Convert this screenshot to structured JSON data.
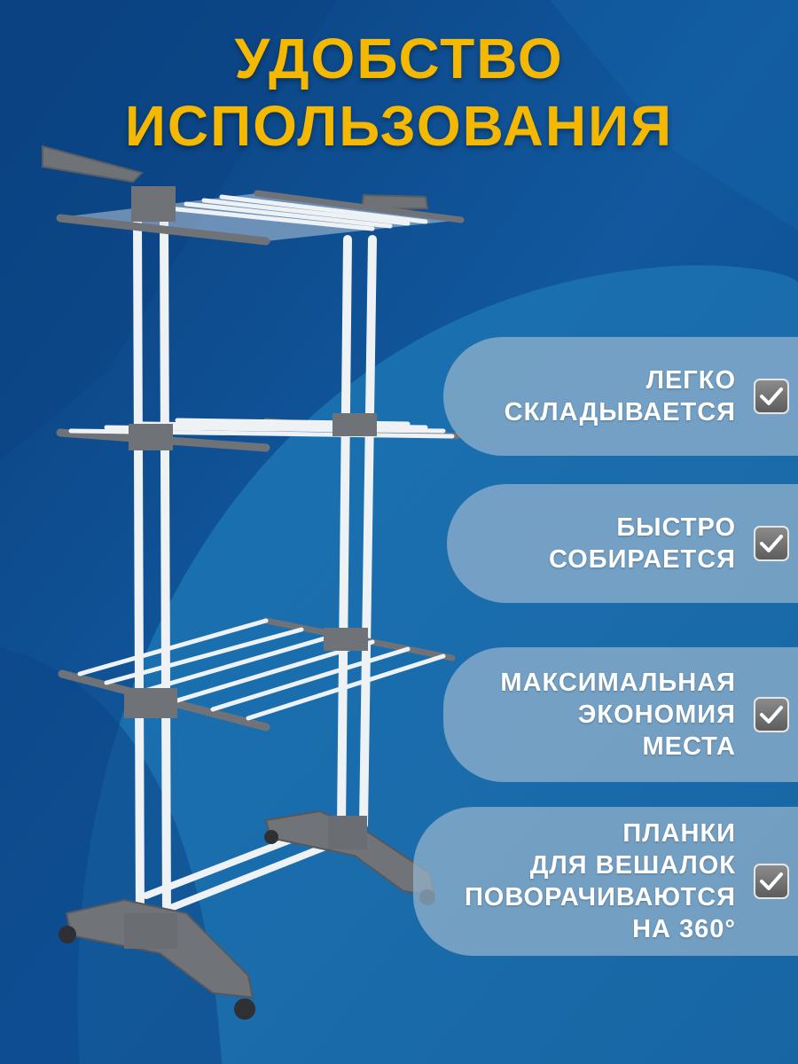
{
  "title": {
    "line1": "УДОБСТВО",
    "line2": "ИСПОЛЬЗОВАНИЯ"
  },
  "colors": {
    "background": "#0f4d8e",
    "title": "#f5b800",
    "pill": "#96b4cd",
    "rack_frame": "#6f7276",
    "rack_bars": "#eef2f5"
  },
  "features": [
    {
      "lines": [
        "ЛЕГКО",
        "СКЛАДЫВАЕТСЯ"
      ],
      "icon": "checkmark-icon"
    },
    {
      "lines": [
        "БЫСТРО",
        "СОБИРАЕТСЯ"
      ],
      "icon": "checkmark-icon"
    },
    {
      "lines": [
        "МАКСИМАЛЬНАЯ",
        "ЭКОНОМИЯ",
        "МЕСТА"
      ],
      "icon": "checkmark-icon"
    },
    {
      "lines": [
        "ПЛАНКИ",
        "ДЛЯ ВЕШАЛОК",
        "ПОВОРАЧИВАЮТСЯ",
        "НА 360°"
      ],
      "icon": "checkmark-icon"
    }
  ]
}
